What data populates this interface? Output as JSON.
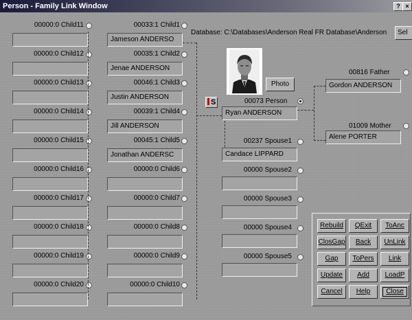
{
  "window": {
    "title": "Person - Family Link Window",
    "help_label": "?",
    "close_label": "×"
  },
  "database": {
    "text": "Database: C:\\Databases\\Anderson Real FR Database\\Anderson"
  },
  "select_button": "Sel",
  "photo_button": "Photo",
  "badge_letter": "S",
  "children_col1": [
    {
      "label": "00000:0  Child11",
      "name": ""
    },
    {
      "label": "00000:0  Child12",
      "name": ""
    },
    {
      "label": "00000:0  Child13",
      "name": ""
    },
    {
      "label": "00000:0  Child14",
      "name": ""
    },
    {
      "label": "00000:0  Child15",
      "name": ""
    },
    {
      "label": "00000:0  Child16",
      "name": ""
    },
    {
      "label": "00000:0  Child17",
      "name": ""
    },
    {
      "label": "00000:0  Child18",
      "name": ""
    },
    {
      "label": "00000:0  Child19",
      "name": ""
    },
    {
      "label": "00000:0  Child20",
      "name": ""
    }
  ],
  "children_col2": [
    {
      "label": "00033:1  Child1",
      "name": "Jameson ANDERSO"
    },
    {
      "label": "00035:1  Child2",
      "name": "Jenae ANDERSON"
    },
    {
      "label": "00046:1  Child3",
      "name": "Justin ANDERSON"
    },
    {
      "label": "00039:1  Child4",
      "name": "Jill ANDERSON"
    },
    {
      "label": "00045:1  Child5",
      "name": "Jonathan ANDERSC"
    },
    {
      "label": "00000:0  Child6",
      "name": ""
    },
    {
      "label": "00000:0  Child7",
      "name": ""
    },
    {
      "label": "00000:0  Child8",
      "name": ""
    },
    {
      "label": "00000:0  Child9",
      "name": ""
    },
    {
      "label": "00000:0  Child10",
      "name": ""
    }
  ],
  "person": {
    "label": "00073  Person",
    "name": "Ryan ANDERSON"
  },
  "spouses": [
    {
      "label": "00237  Spouse1",
      "name": "Candace LIPPARD"
    },
    {
      "label": "00000  Spouse2",
      "name": ""
    },
    {
      "label": "00000  Spouse3",
      "name": ""
    },
    {
      "label": "00000  Spouse4",
      "name": ""
    },
    {
      "label": "00000  Spouse5",
      "name": ""
    }
  ],
  "father": {
    "label": "00816  Father",
    "name": "Gordon ANDERSON"
  },
  "mother": {
    "label": "01009  Mother",
    "name": "Alene PORTER"
  },
  "buttons": [
    [
      "Rebuild",
      "QExit",
      "ToAnc"
    ],
    [
      "ClosGap",
      "Back",
      "UnLink"
    ],
    [
      "Gap",
      "ToPers",
      "Link"
    ],
    [
      "Update",
      "Add",
      "LoadP"
    ],
    [
      "Cancel",
      "Help",
      "Close"
    ]
  ]
}
